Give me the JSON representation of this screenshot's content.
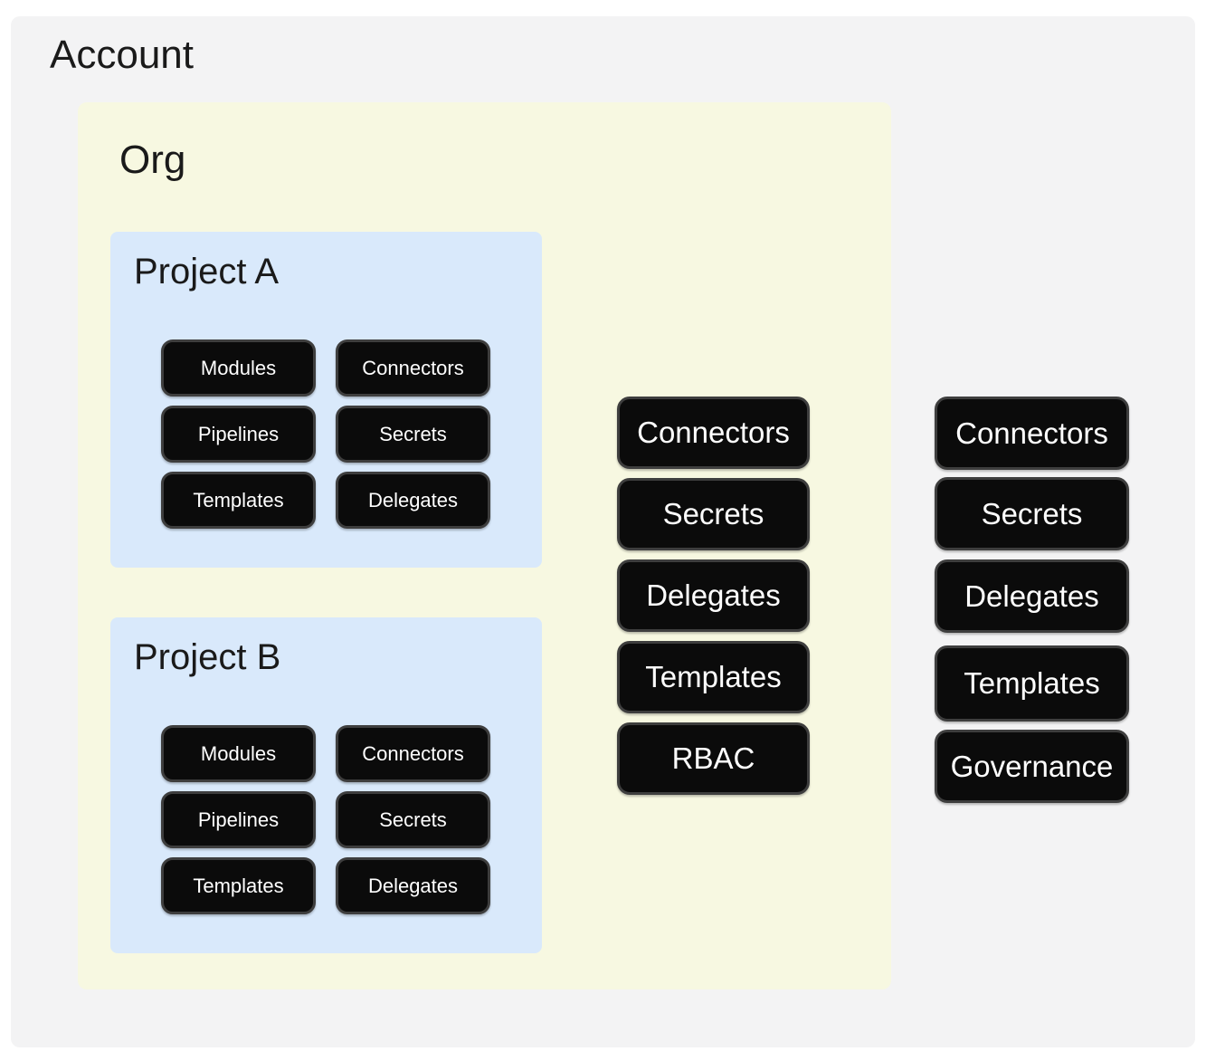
{
  "colors": {
    "page_bg": "#ffffff",
    "account_bg": "#f3f3f4",
    "org_bg": "#f7f8e1",
    "project_bg": "#d9e9fb",
    "node_bg": "#0b0b0b",
    "node_border": "#3e3e3e",
    "node_text": "#ffffff",
    "heading_text": "#1a1a1a"
  },
  "account": {
    "title": "Account",
    "nodes": [
      "Connectors",
      "Secrets",
      "Delegates",
      "Templates",
      "Governance"
    ]
  },
  "org": {
    "title": "Org",
    "nodes": [
      "Connectors",
      "Secrets",
      "Delegates",
      "Templates",
      "RBAC"
    ]
  },
  "projects": [
    {
      "title": "Project A",
      "nodes": [
        "Modules",
        "Connectors",
        "Pipelines",
        "Secrets",
        "Templates",
        "Delegates"
      ]
    },
    {
      "title": "Project B",
      "nodes": [
        "Modules",
        "Connectors",
        "Pipelines",
        "Secrets",
        "Templates",
        "Delegates"
      ]
    }
  ]
}
